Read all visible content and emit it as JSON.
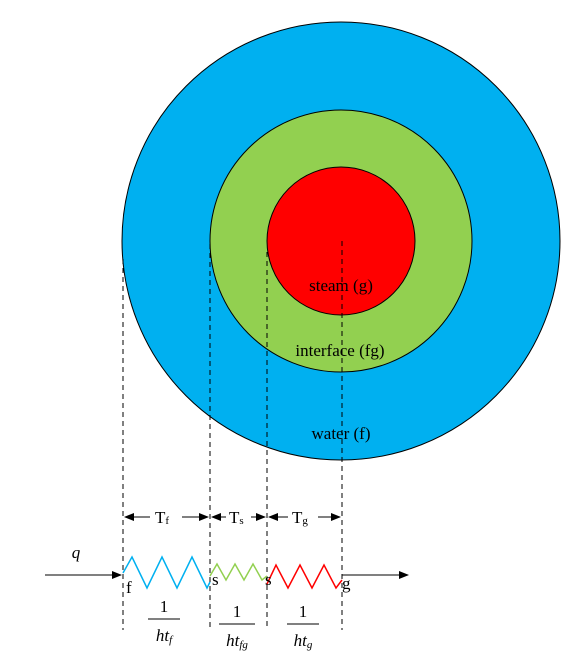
{
  "regions": {
    "steam": {
      "label": "steam (g)",
      "color": "#FF0000"
    },
    "interface": {
      "label": "interface (fg)",
      "color": "#92D050"
    },
    "water": {
      "label": "water (f)",
      "color": "#00B0F0"
    }
  },
  "temperatures": {
    "tf": {
      "main": "T",
      "sub": "f"
    },
    "ts": {
      "main": "T",
      "sub": "s"
    },
    "tg": {
      "main": "T",
      "sub": "g"
    }
  },
  "heat_flow": {
    "label": "q"
  },
  "nodes": {
    "f": "f",
    "s_left": "s",
    "s_right": "s",
    "g": "g"
  },
  "resistances": {
    "fluid": {
      "numerator": "1",
      "denominator_main": "ht",
      "denominator_sub": "f",
      "color": "#00B0F0"
    },
    "interface": {
      "numerator": "1",
      "denominator_main": "ht",
      "denominator_sub": "fg",
      "color": "#92D050"
    },
    "steam": {
      "numerator": "1",
      "denominator_main": "ht",
      "denominator_sub": "g",
      "color": "#FF0000"
    }
  }
}
